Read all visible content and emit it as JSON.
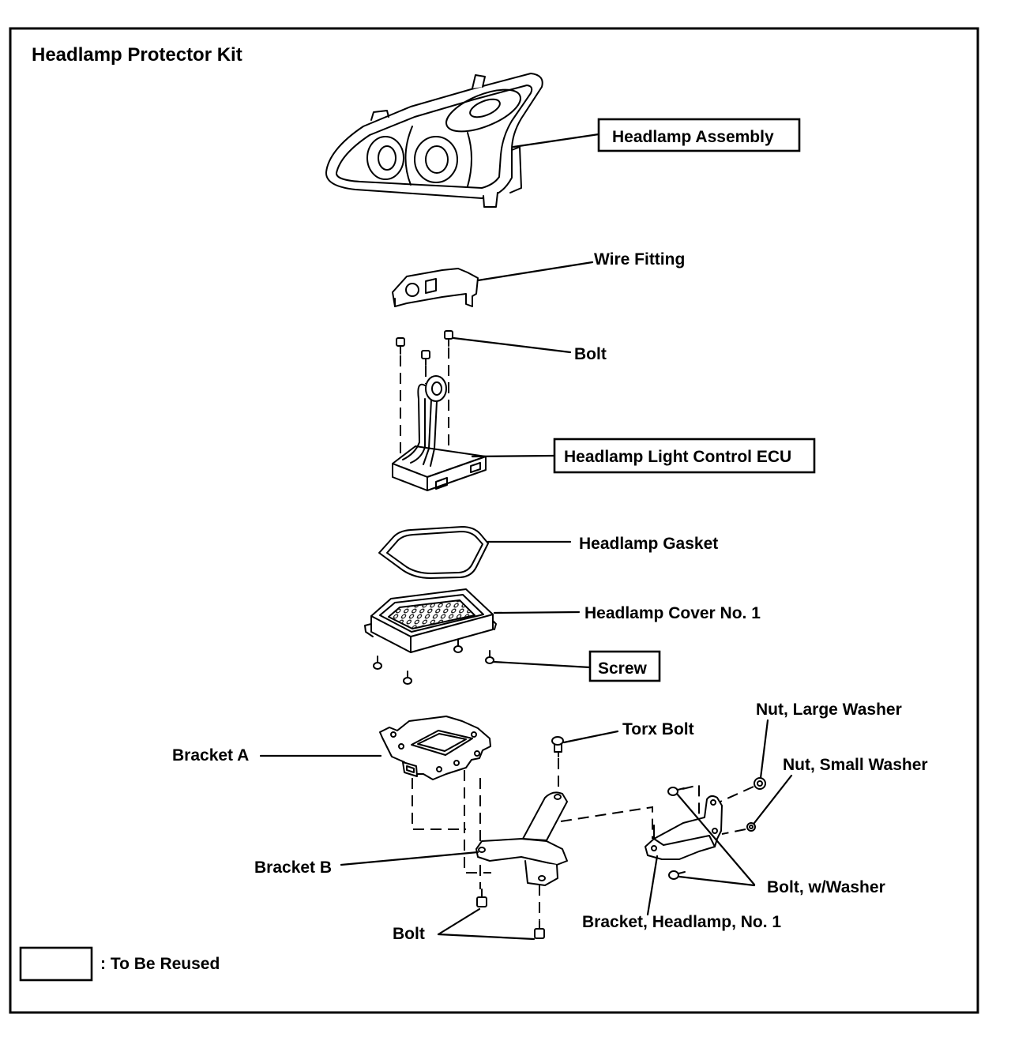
{
  "title": "Headlamp Protector Kit",
  "parts": {
    "headlamp_assembly": {
      "label": "Headlamp Assembly",
      "reused": true
    },
    "wire_fitting": {
      "label": "Wire Fitting",
      "reused": false
    },
    "bolt_top": {
      "label": "Bolt",
      "reused": false
    },
    "ecu": {
      "label": "Headlamp Light Control ECU",
      "reused": true
    },
    "gasket": {
      "label": "Headlamp Gasket",
      "reused": false
    },
    "cover": {
      "label": "Headlamp Cover No. 1",
      "reused": false
    },
    "screw": {
      "label": "Screw",
      "reused": true
    },
    "torx_bolt": {
      "label": "Torx Bolt",
      "reused": false
    },
    "nut_large_washer": {
      "label": "Nut, Large Washer",
      "reused": false
    },
    "nut_small_washer": {
      "label": "Nut, Small Washer",
      "reused": false
    },
    "bracket_a": {
      "label": "Bracket A",
      "reused": false
    },
    "bracket_b": {
      "label": "Bracket B",
      "reused": false
    },
    "bolt_washer": {
      "label": "Bolt, w/Washer",
      "reused": false
    },
    "bracket_headlamp": {
      "label": "Bracket, Headlamp, No. 1",
      "reused": false
    },
    "bolt_bottom": {
      "label": "Bolt",
      "reused": false
    }
  },
  "legend": {
    "text": ": To Be Reused"
  }
}
